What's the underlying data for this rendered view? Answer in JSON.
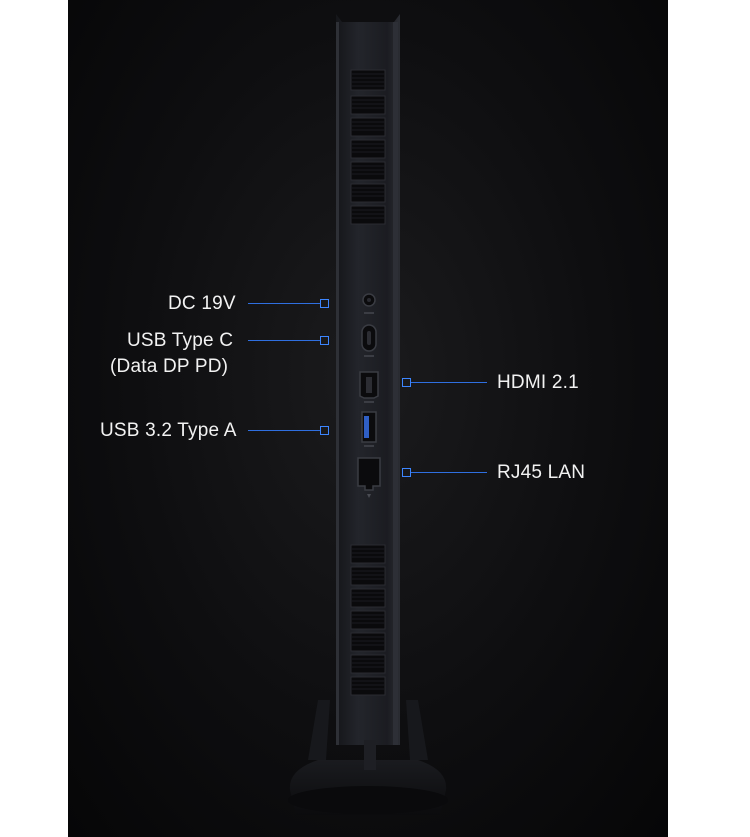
{
  "ports": {
    "dc": "DC 19V",
    "usbc_line1": "USB Type C",
    "usbc_line2": "(Data DP PD)",
    "usba": "USB 3.2 Type A",
    "hdmi": "HDMI 2.1",
    "lan": "RJ45 LAN"
  },
  "colors": {
    "background": "#0e0e10",
    "device_body": "#1c1d22",
    "callout_line": "#2f6fe0",
    "label_text": "#f2f2f2"
  }
}
